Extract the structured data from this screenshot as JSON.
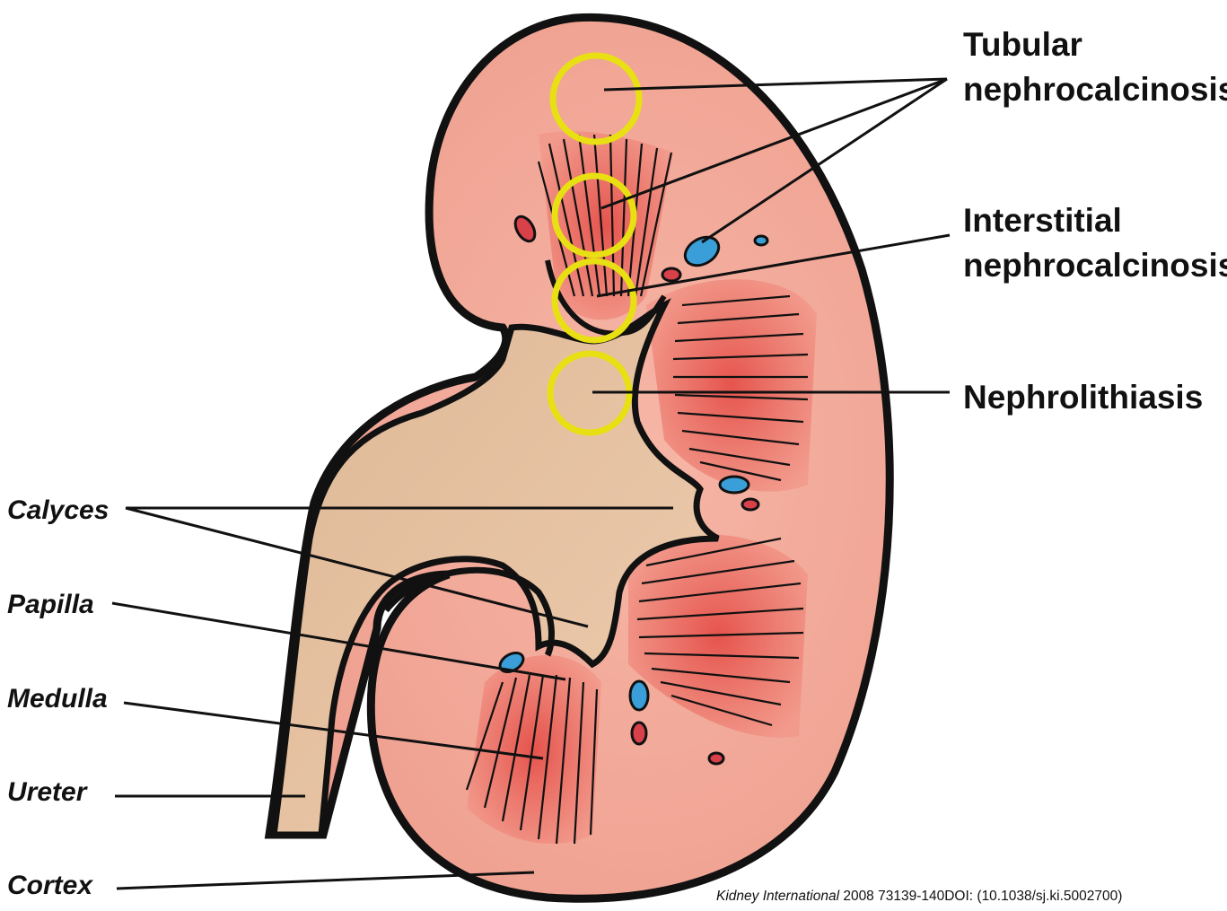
{
  "labels_right": {
    "tubular_1": "Tubular",
    "tubular_2": "nephrocalcinosis",
    "interstitial_1": "Interstitial",
    "interstitial_2": "nephrocalcinosis",
    "nephrolithiasis": "Nephrolithiasis"
  },
  "labels_left": {
    "calyces": "Calyces",
    "papilla": "Papilla",
    "medulla": "Medulla",
    "ureter": "Ureter",
    "cortex": "Cortex"
  },
  "citation": {
    "journal": "Kidney International",
    "details": " 2008 73139-140DOI: (10.1038/sj.ki.5002700)"
  },
  "colors": {
    "cortex": "#f3a898",
    "medulla": "#e8584e",
    "pelvis": "#e2c0a0",
    "highlight_circle": "#e8e012",
    "calcification_blue": "#3a9fd8",
    "calcification_red": "#d8404a",
    "outline": "#111111"
  }
}
